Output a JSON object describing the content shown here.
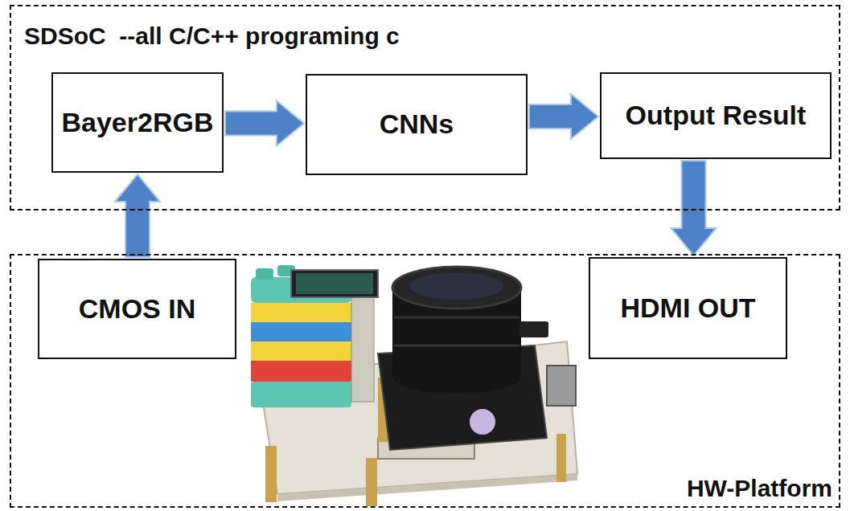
{
  "diagram": {
    "nodes": [
      {
        "text": [
          "SDSoC  --all C/C++ programing c"
        ]
      },
      {
        "text": [
          "Bayer2RGB"
        ],
        "in": 0
      },
      {
        "text": [
          "CNNs"
        ],
        "in": 0
      },
      {
        "text": [
          "Output Result"
        ],
        "in": 0
      },
      {
        "text": [
          "HW-Platform"
        ]
      },
      {
        "text": [
          "CMOS IN"
        ],
        "in": 4
      },
      {
        "text": [
          "HDMI OUT"
        ],
        "in": 4
      }
    ],
    "edges": [
      {
        "from": 5,
        "to": 1,
        "arrow": "to"
      },
      {
        "from": 1,
        "to": 2,
        "arrow": "to"
      },
      {
        "from": 2,
        "to": 3,
        "arrow": "to"
      },
      {
        "from": 3,
        "to": 6,
        "arrow": "to"
      }
    ]
  }
}
